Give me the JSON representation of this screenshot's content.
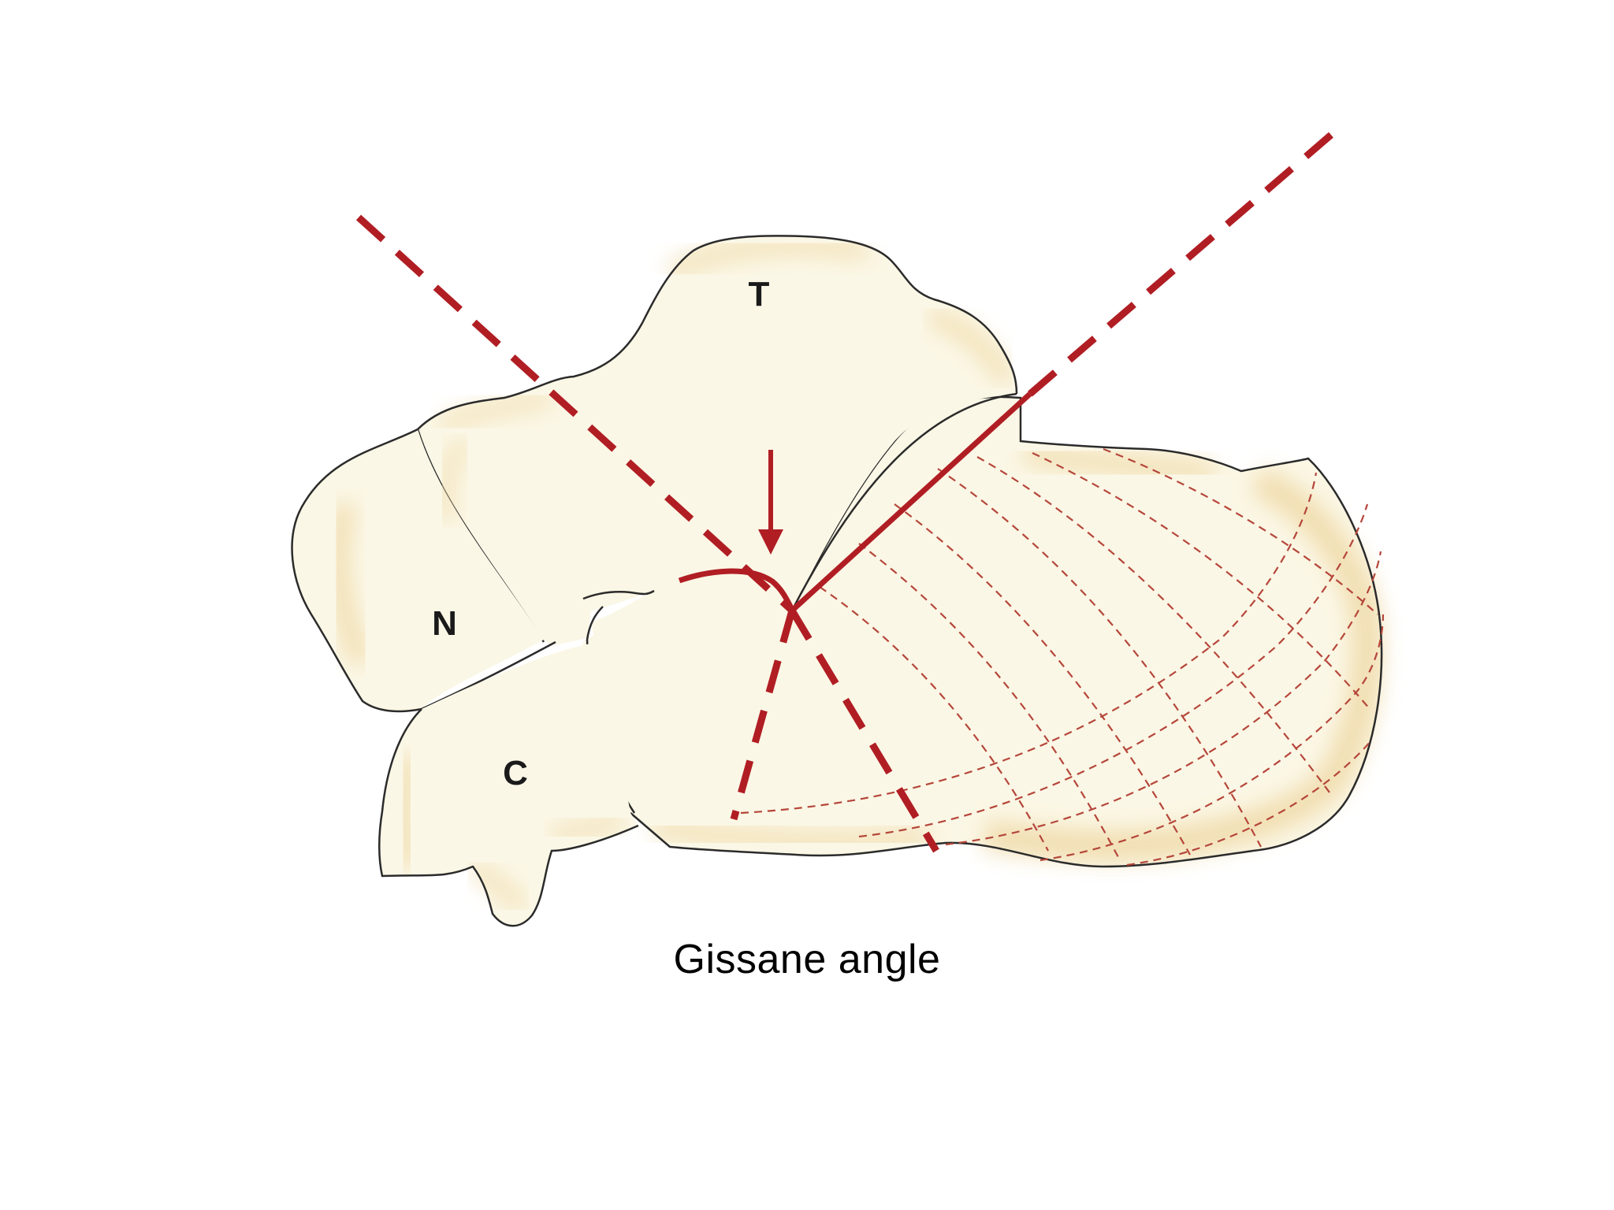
{
  "labels": {
    "talus": "T",
    "navicular": "N",
    "cuboid": "C"
  },
  "caption": "Gissane angle",
  "colors": {
    "background": "#ffffff",
    "bone_fill": "#fbf7e6",
    "bone_shade": "#efd9a6",
    "bone_outline": "#2b2b2b",
    "line_red": "#b01e24",
    "trabecular_red": "#b5463a"
  }
}
